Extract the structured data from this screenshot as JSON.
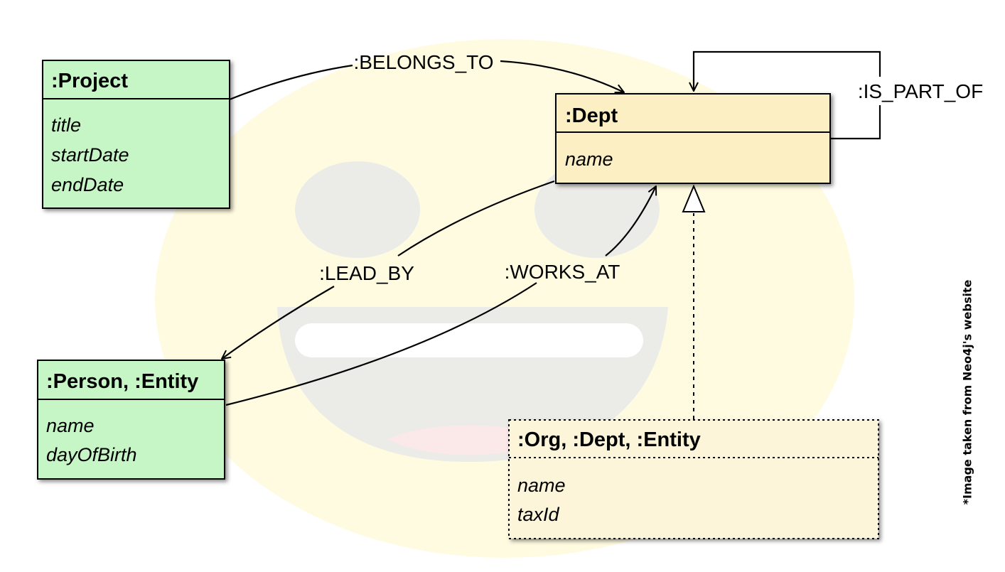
{
  "colors": {
    "entity_fill": "#c6f6c6",
    "dept_fill": "#fcefc4",
    "org_fill": "#fdf5d9",
    "watermark_face": "#fffbe0",
    "watermark_feature": "#ebebe8",
    "watermark_tongue": "#fbe8e8"
  },
  "nodes": {
    "project": {
      "title": ":Project",
      "attrs": [
        "title",
        "startDate",
        "endDate"
      ]
    },
    "dept": {
      "title": ":Dept",
      "attrs": [
        "name"
      ]
    },
    "person": {
      "title": ":Person, :Entity",
      "attrs": [
        "name",
        "dayOfBirth"
      ]
    },
    "org": {
      "title": ":Org, :Dept, :Entity",
      "attrs": [
        "name",
        "taxId"
      ]
    }
  },
  "edges": {
    "belongs_to": ":BELONGS_TO",
    "is_part_of": ":IS_PART_OF",
    "lead_by": ":LEAD_BY",
    "works_at": ":WORKS_AT"
  },
  "watermark_icon": "neo4j-smiley-face-watermark",
  "note": "*Image taken from  Neo4j's website"
}
